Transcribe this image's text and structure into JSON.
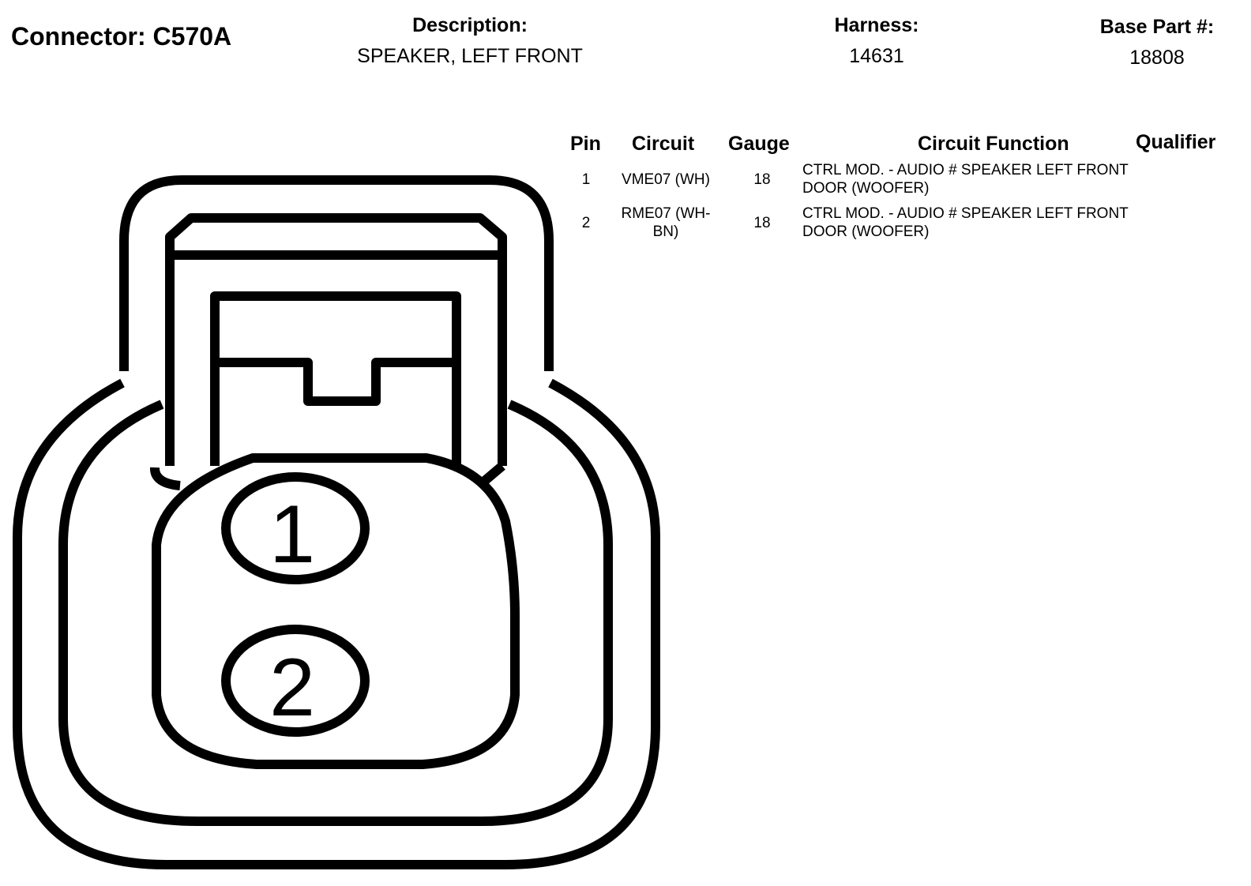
{
  "connector": {
    "title": "Connector: C570A"
  },
  "description": {
    "label": "Description:",
    "value": "SPEAKER, LEFT FRONT"
  },
  "harness": {
    "label": "Harness:",
    "value": "14631"
  },
  "base_part": {
    "label": "Base Part #:",
    "value": "18808"
  },
  "table": {
    "headers": {
      "pin": "Pin",
      "circuit": "Circuit",
      "gauge": "Gauge",
      "function": "Circuit Function",
      "qualifier": "Qualifier"
    },
    "rows": [
      {
        "pin": "1",
        "circuit": "VME07 (WH)",
        "gauge": "18",
        "function": "CTRL MOD. - AUDIO # SPEAKER LEFT FRONT DOOR (WOOFER)",
        "qualifier": ""
      },
      {
        "pin": "2",
        "circuit": "RME07 (WH-BN)",
        "gauge": "18",
        "function": "CTRL MOD. - AUDIO # SPEAKER LEFT FRONT DOOR (WOOFER)",
        "qualifier": ""
      }
    ]
  },
  "diagram": {
    "pin_labels": [
      "1",
      "2"
    ]
  }
}
